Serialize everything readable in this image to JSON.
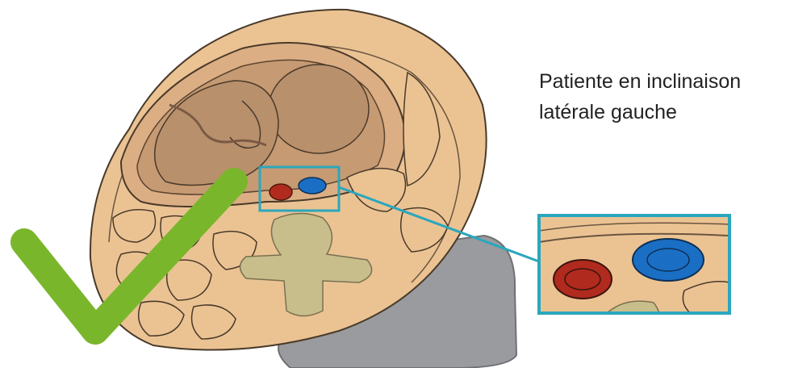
{
  "caption": {
    "line1": "Patiente en inclinaison",
    "line2": "latérale gauche"
  },
  "status": {
    "icon": "check-mark-icon",
    "meaning": "correct"
  },
  "colors": {
    "body": "#ebc393",
    "uterus": "#dcae84",
    "amniotic": "#c69a72",
    "fetus": "#b9906c",
    "spine": "#c8be8c",
    "table": "#9a9b9e",
    "aorta": "#b02a1e",
    "vena_cava": "#1a6fc4",
    "highlight": "#2aa7bd",
    "check": "#7ab62c"
  }
}
